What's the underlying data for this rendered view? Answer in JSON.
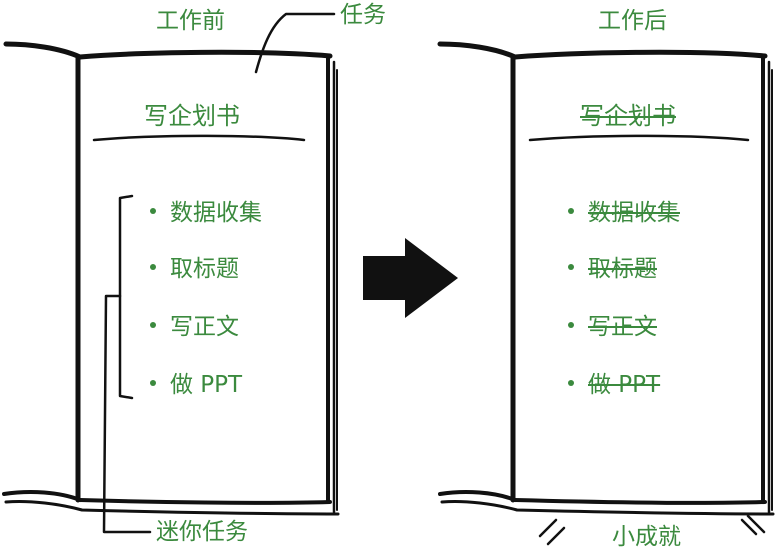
{
  "labels": {
    "before": "工作前",
    "task": "任务",
    "after": "工作后",
    "mini_tasks": "迷你任务",
    "small_achievement": "小成就"
  },
  "book": {
    "title": "写企划书",
    "items": [
      "数据收集",
      "取标题",
      "写正文",
      "做 PPT"
    ]
  },
  "colors": {
    "text": "#3b8a3e",
    "ink": "#111111"
  }
}
